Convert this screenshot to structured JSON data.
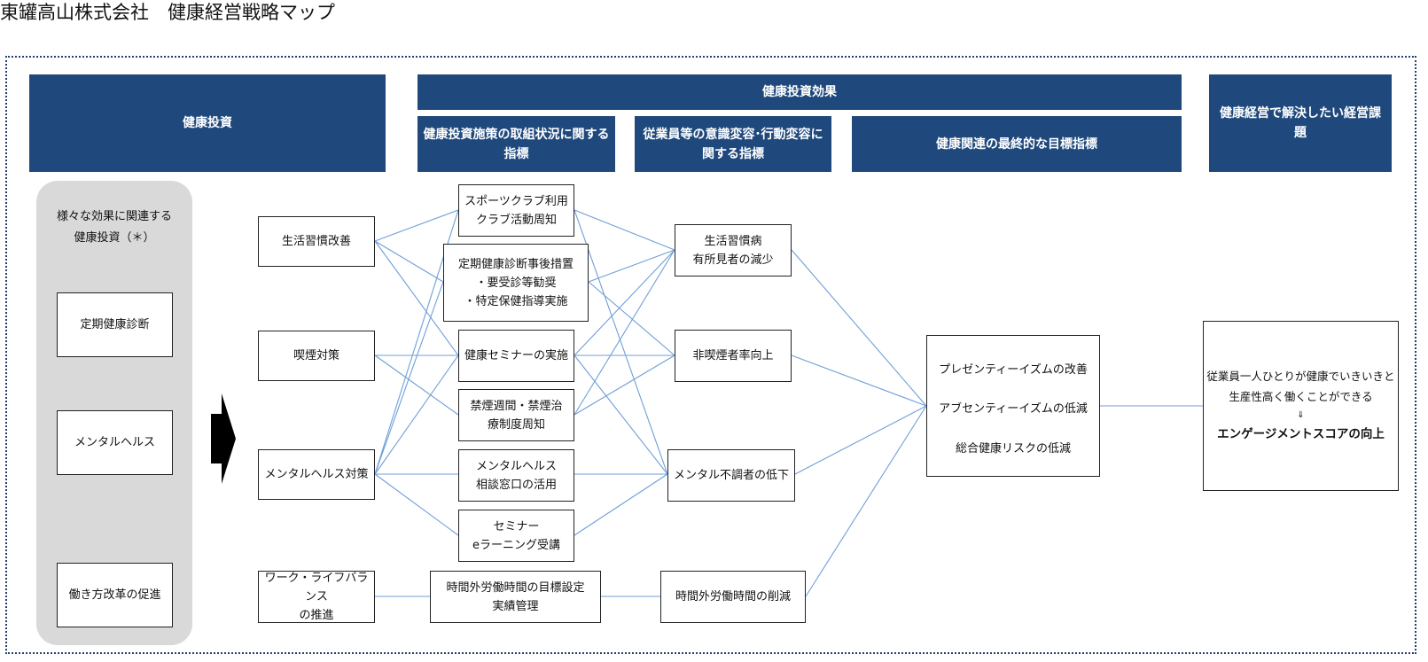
{
  "title": "東罐高山株式会社　健康経営戦略マップ",
  "headers": {
    "investment": "健康投資",
    "effect": "健康投資効果",
    "effect_sub1": "健康投資施策の取組状況に関する指標",
    "effect_sub2": "従業員等の意識変容･行動変容に関する指標",
    "effect_sub3": "健康関連の最終的な目標指標",
    "issue": "健康経営で解決したい経営課題"
  },
  "investment_panel": {
    "caption": "様々な効果に関連する\n健康投資（＊）",
    "items": [
      "定期健康診断",
      "メンタルヘルス",
      "働き方改革の促進"
    ]
  },
  "measures": [
    "生活習慣改善",
    "喫煙対策",
    "メンタルヘルス対策",
    "ワーク・ライフバランス\nの推進"
  ],
  "initiatives": [
    "スポーツクラブ利用\nクラブ活動周知",
    "定期健康診断事後措置\n・要受診等勧奨\n・特定保健指導実施",
    "健康セミナーの実施",
    "禁煙週間・禁煙治\n療制度周知",
    "メンタルヘルス\n相談窓口の活用",
    "セミナー\neラーニング受講",
    "時間外労働時間の目標設定\n実績管理"
  ],
  "behaviors": [
    "生活習慣病\n有所見者の減少",
    "非喫煙者率向上",
    "メンタル不調者の低下",
    "時間外労働時間の削減"
  ],
  "final_goals": [
    "プレゼンティーイズムの改善",
    "アブセンティーイズムの低減",
    "総合健康リスクの低減"
  ],
  "issue_box": {
    "line1": "従業員一人ひとりが健康でいきいきと",
    "line2": "生産性高く働くことができる",
    "arrow": "⇓",
    "line3": "エンゲージメントスコアの向上"
  },
  "colors": {
    "header_bg": "#1f497d",
    "connector": "#6f9fd8",
    "panel_bg": "#d9d9d9"
  }
}
